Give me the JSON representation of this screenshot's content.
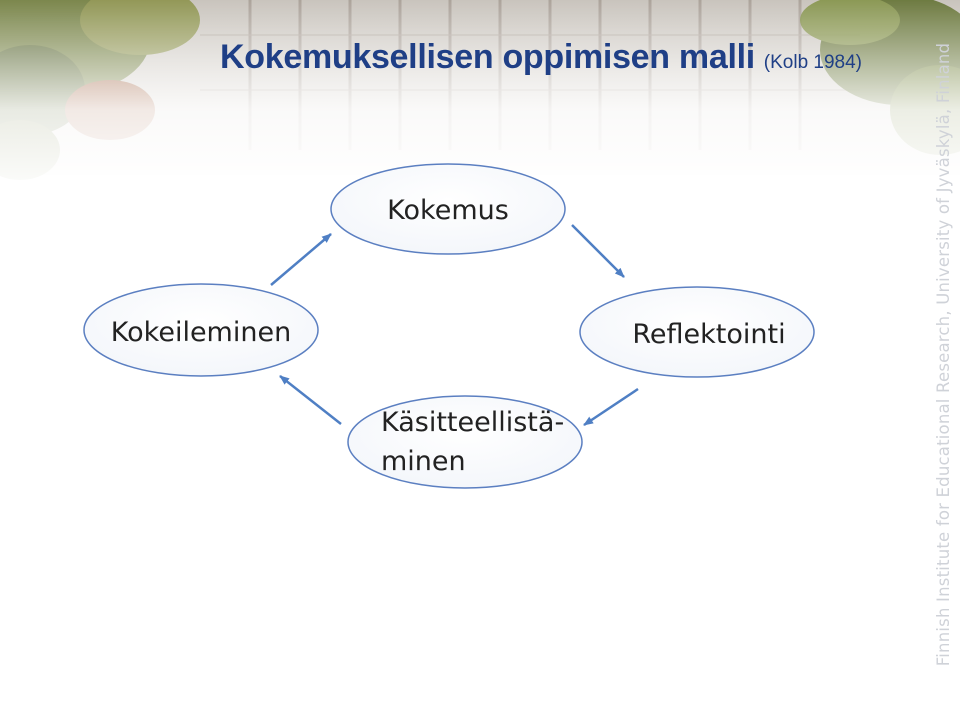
{
  "slide": {
    "title": "Kokemuksellisen oppimisen malli",
    "title_reference": "(Kolb 1984)",
    "side_text": "Finnish Institute for Educational Research, University of Jyväskylä, Finland"
  },
  "diagram": {
    "nodes": {
      "kokemus": "Kokemus",
      "reflektointi": "Reflektointi",
      "kasitteellistaminen_line1": "Käsitteellistä-",
      "kasitteellistaminen_line2": "minen",
      "kokeileminen": "Kokeileminen"
    },
    "colors": {
      "ellipse_stroke": "#5b7fc1",
      "arrow": "#4f7fc4",
      "title": "#1f3f86"
    }
  }
}
